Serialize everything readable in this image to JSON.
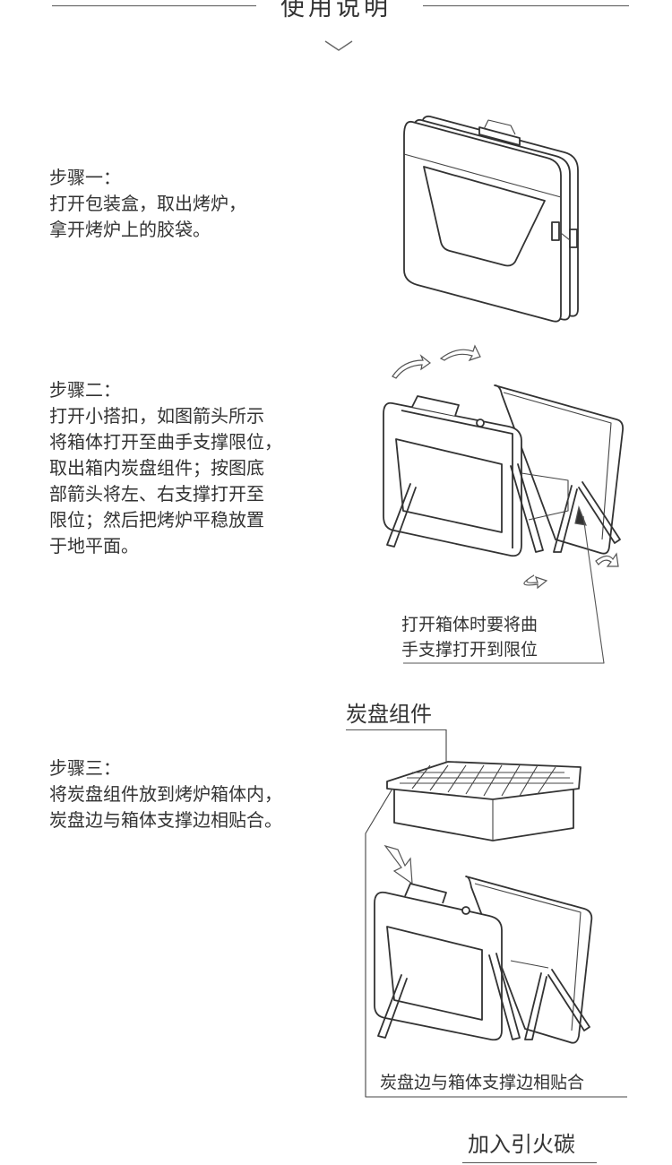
{
  "header": {
    "title": "使用说明"
  },
  "steps": [
    {
      "label": "步骤一：",
      "lines": [
        "打开包装盒，取出烤炉，",
        "拿开烤炉上的胶袋。"
      ]
    },
    {
      "label": "步骤二：",
      "lines": [
        "打开小搭扣，如图箭头所示",
        "将箱体打开至曲手支撑限位，",
        "取出箱内炭盘组件；按图底",
        "部箭头将左、右支撑打开至",
        "限位；然后把烤炉平稳放置",
        "于地平面。"
      ]
    },
    {
      "label": "步骤三：",
      "lines": [
        "将炭盘组件放到烤炉箱体内，",
        "炭盘边与箱体支撑边相贴合。"
      ]
    }
  ],
  "callouts": {
    "open_box_note": [
      "打开箱体时要将曲",
      "手支撑打开到限位"
    ],
    "charcoal_tray": "炭盘组件",
    "tray_fit_note": "炭盘边与箱体支撑边相贴合",
    "add_charcoal": "加入引火碳"
  }
}
